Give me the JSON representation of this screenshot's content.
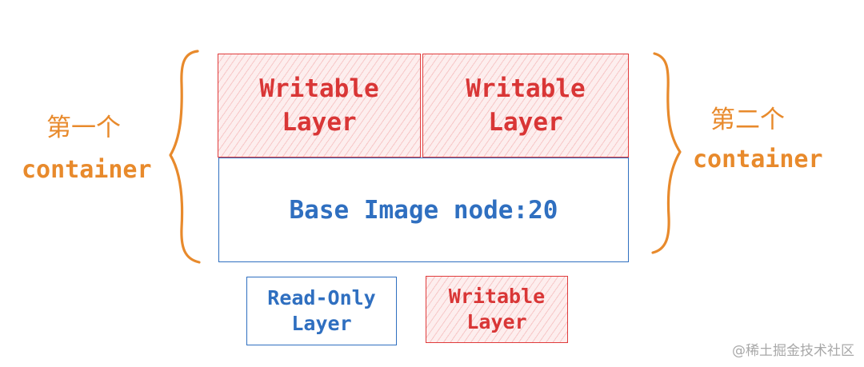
{
  "diagram": {
    "first_container": {
      "label_cjk": "第一个",
      "label_en": "container",
      "writable_layer": {
        "line1": "Writable",
        "line2": "Layer"
      }
    },
    "second_container": {
      "label_cjk": "第二个",
      "label_en": "container",
      "writable_layer": {
        "line1": "Writable",
        "line2": "Layer"
      }
    },
    "base_image": {
      "label": "Base Image node:20"
    },
    "legend": {
      "read_only": {
        "line1": "Read-Only",
        "line2": "Layer"
      },
      "writable": {
        "line1": "Writable",
        "line2": "Layer"
      }
    }
  },
  "watermark": "@稀土掘金技术社区",
  "colors": {
    "writable": "#d93636",
    "read_only": "#2f6fc0",
    "container_label": "#e88a2c",
    "watermark": "#a8a8a8"
  }
}
